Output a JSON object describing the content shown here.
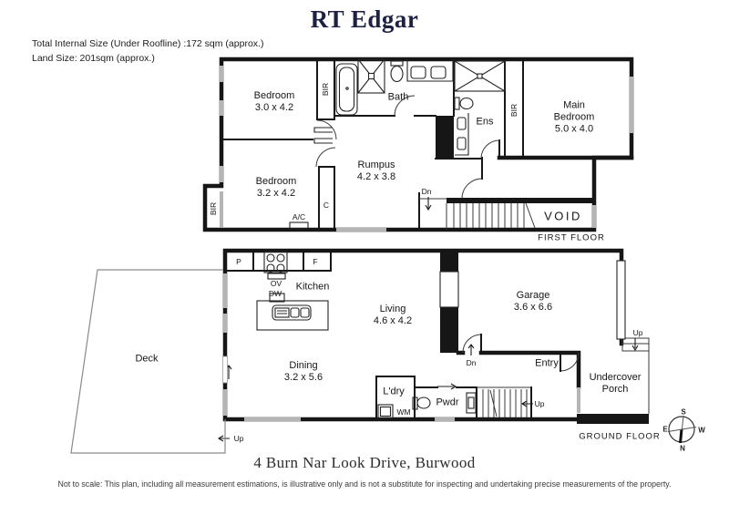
{
  "header": {
    "brand": "RT Edgar",
    "total_internal_size": "Total Internal Size (Under Roofline) :172 sqm (approx.)",
    "land_size": "Land Size: 201sqm (approx.)"
  },
  "first_floor": {
    "floor_label": "FIRST FLOOR",
    "bedroom1_name": "Bedroom",
    "bedroom1_dims": "3.0 x 4.2",
    "bedroom2_name": "Bedroom",
    "bedroom2_dims": "3.2 x 4.2",
    "main_bedroom_line1": "Main",
    "main_bedroom_line2": "Bedroom",
    "main_bedroom_dims": "5.0 x 4.0",
    "rumpus_name": "Rumpus",
    "rumpus_dims": "4.2 x 3.8",
    "bath": "Bath",
    "ens": "Ens",
    "bir": "BIR",
    "closet": "C",
    "ac": "A/C",
    "void": "VOID",
    "dn": "Dn"
  },
  "ground_floor": {
    "floor_label": "GROUND FLOOR",
    "kitchen": "Kitchen",
    "pantry": "P",
    "fridge": "F",
    "oven": "OV",
    "dishwasher": "DW",
    "living_name": "Living",
    "living_dims": "4.6 x 4.2",
    "dining_name": "Dining",
    "dining_dims": "3.2 x 5.6",
    "garage_name": "Garage",
    "garage_dims": "3.6 x 6.6",
    "laundry": "L'dry",
    "washing_machine": "WM",
    "powder": "Pwdr",
    "entry": "Entry",
    "porch_line1": "Undercover",
    "porch_line2": "Porch",
    "deck": "Deck",
    "up": "Up",
    "dn": "Dn"
  },
  "compass": {
    "north": "N",
    "south": "S",
    "east": "E",
    "west": "W"
  },
  "footer": {
    "address": "4 Burn Nar Look Drive, Burwood",
    "disclaimer": "Not to scale: This plan, including all measurement estimations, is illustrative only and is not a substitute for inspecting and undertaking precise measurements of the property."
  }
}
